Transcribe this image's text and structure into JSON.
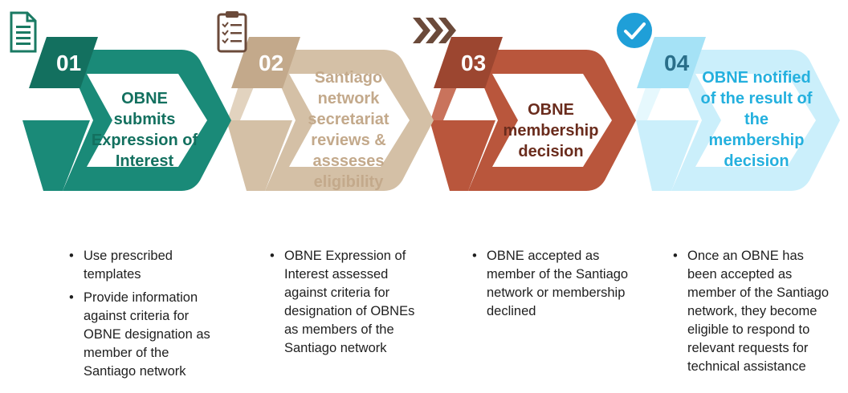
{
  "colors": {
    "step1": "#1a8a78",
    "step2": "#d4c0a6",
    "step3": "#b9563c",
    "step4": "#cbeffb",
    "step4_text": "#24b0de",
    "icon_green": "#1a7a63",
    "icon_brown": "#6b4a3a",
    "check_blue": "#1f9fd8"
  },
  "steps": [
    {
      "number": "01",
      "icon": "document-icon",
      "title": "OBNE submits Expression of Interest",
      "bullets": [
        "Use prescribed templates",
        "Provide information against criteria for OBNE designation as member of the Santiago network"
      ]
    },
    {
      "number": "02",
      "icon": "clipboard-checklist-icon",
      "title": "Santiago network secretariat reviews & assseses eligibility",
      "bullets": [
        "OBNE Expression of Interest assessed against criteria for designation of OBNEs as members of the Santiago network"
      ]
    },
    {
      "number": "03",
      "icon": "chevrons-right-icon",
      "title": "OBNE membership decision",
      "bullets": [
        "OBNE accepted as member of the Santiago network or membership declined"
      ]
    },
    {
      "number": "04",
      "icon": "checkmark-circle-icon",
      "title": "OBNE notified of the result of the membership decision",
      "bullets": [
        "Once an OBNE has been accepted as member of the Santiago network, they become eligible to respond to relevant requests for technical assistance"
      ]
    }
  ]
}
